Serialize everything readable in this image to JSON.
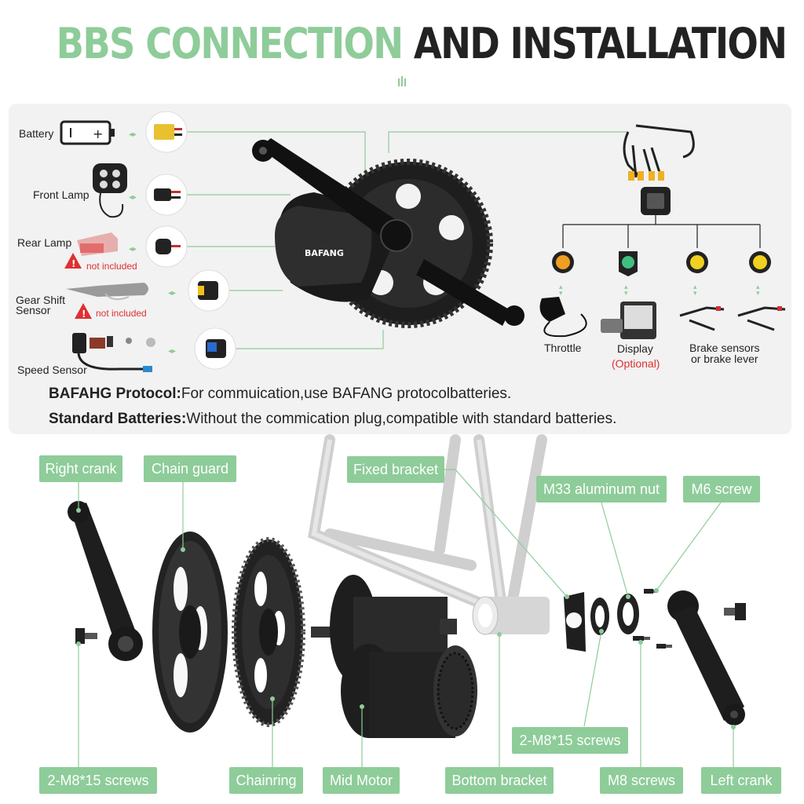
{
  "title": {
    "part1": "BBS CONNECTION",
    "part2": "AND INSTALLATION"
  },
  "connection": {
    "components": [
      {
        "label": "Battery"
      },
      {
        "label": "Front Lamp"
      },
      {
        "label": "Rear Lamp",
        "note": "not included"
      },
      {
        "label": "Gear Shift\nSensor",
        "note": "not included"
      },
      {
        "label": "Speed Sensor"
      }
    ],
    "motor_brand": "BAFANG",
    "controls": [
      {
        "label": "Throttle",
        "connector_color": "#f0a020"
      },
      {
        "label": "Display",
        "sub": "(Optional)",
        "connector_color": "#40c080"
      },
      {
        "label": "Brake sensors\nor brake lever",
        "connector_color": "#f0d020"
      }
    ],
    "protocol": [
      {
        "bold": "BAFAHG Protocol:",
        "text": "For commuication,use BAFANG protocolbatteries."
      },
      {
        "bold": "Standard Batteries:",
        "text": "Without the commication plug,compatible with standard batteries."
      }
    ]
  },
  "installation": {
    "tags": {
      "right_crank": "Right crank",
      "chain_guard": "Chain guard",
      "fixed_bracket": "Fixed bracket",
      "m33_nut": "M33 aluminum nut",
      "m6_screw": "M6 screw",
      "m8x15_right": "2-M8*15 screws",
      "m8x15_left": "2-M8*15 screws",
      "chainring": "Chainring",
      "mid_motor": "Mid Motor",
      "bottom_bracket": "Bottom bracket",
      "m8_screws": "M8 screws",
      "left_crank": "Left crank"
    }
  },
  "colors": {
    "accent": "#8ecc99",
    "warning": "#e03030",
    "panel": "#f2f2f2"
  }
}
